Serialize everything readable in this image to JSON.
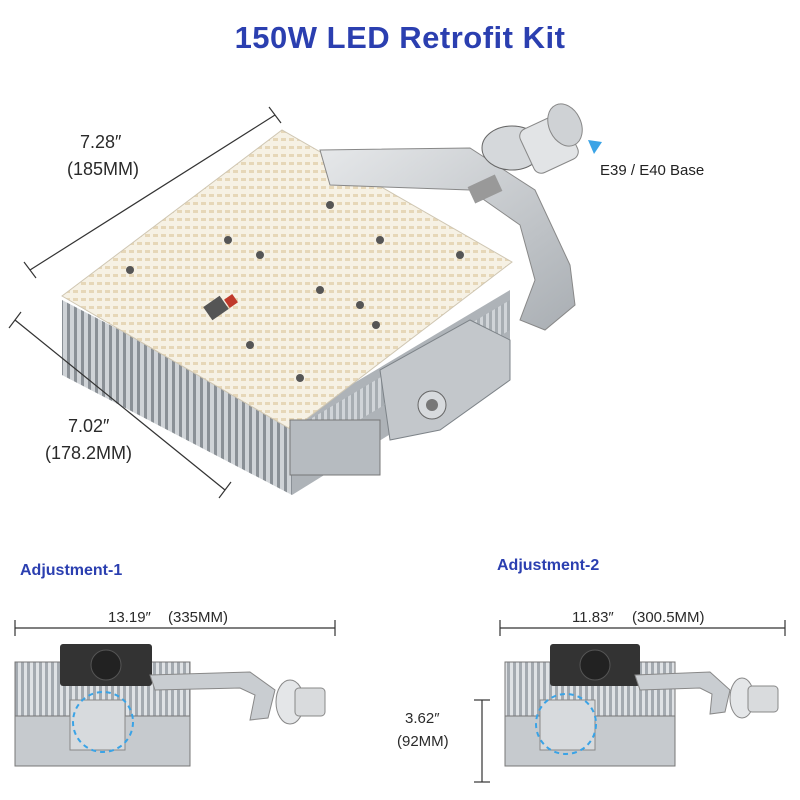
{
  "title": "150W LED Retrofit Kit",
  "dimensions": {
    "width_in": "7.28″",
    "width_mm": "(185MM)",
    "depth_in": "7.02″",
    "depth_mm": "(178.2MM)",
    "base": "E39 / E40 Base"
  },
  "adjustment_1": {
    "label": "Adjustment-1",
    "length_in": "13.19″",
    "length_mm": "(335MM)"
  },
  "adjustment_2": {
    "label": "Adjustment-2",
    "length_in": "11.83″",
    "length_mm": "(300.5MM)",
    "height_in": "3.62″",
    "height_mm": "(92MM)"
  },
  "colors": {
    "title": "#2b3fb0",
    "pointer": "#3aa3e6",
    "panel": "#f4efe3",
    "bracket": "#c9cdd2",
    "heatsink": "#9aa0a6"
  }
}
